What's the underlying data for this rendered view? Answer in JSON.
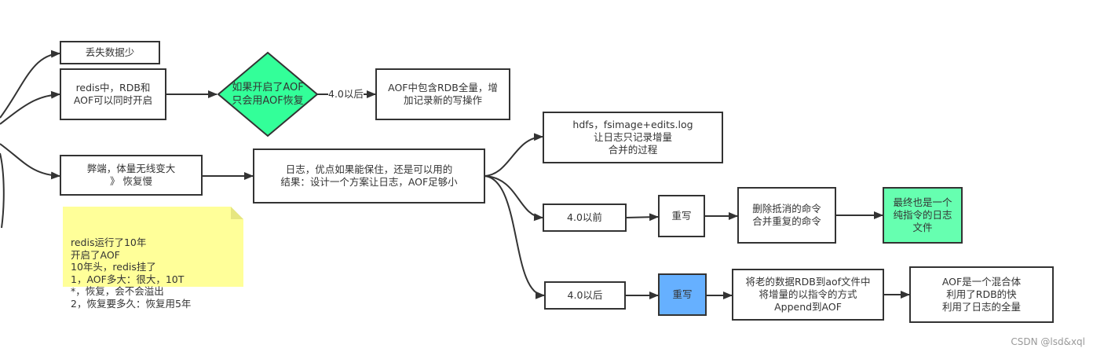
{
  "diagram": {
    "nodes": {
      "lose_little": {
        "text": "丢失数据少"
      },
      "both_on": {
        "text": "redis中，RDB和\nAOF可以同时开启"
      },
      "aof_decision": {
        "text": "如果开启了AOF\n只会用AOF恢复"
      },
      "aof_contains_rdb": {
        "text": "AOF中包含RDB全量，增\n加记录新的写操作"
      },
      "drawback": {
        "text": "弊端，体量无线变大\n》 恢复慢"
      },
      "log_solution": {
        "text": "日志，优点如果能保住，还是可以用的\n结果：设计一个方案让日志，AOF足够小"
      },
      "hdfs": {
        "text": "hdfs，fsimage+edits.log\n让日志只记录增量\n合并的过程"
      },
      "before_4": {
        "text": "4.0以前"
      },
      "rewrite_old": {
        "text": "重写"
      },
      "delete_cmds": {
        "text": "删除抵消的命令\n合并重复的命令"
      },
      "pure_log": {
        "text": "最终也是一个\n纯指令的日志\n文件"
      },
      "after_4": {
        "text": "4.0以后"
      },
      "rewrite_new": {
        "text": "重写"
      },
      "old_rdb_to_aof": {
        "text": "将老的数据RDB到aof文件中\n将增量的以指令的方式\nAppend到AOF"
      },
      "hybrid": {
        "text": "AOF是一个混合体\n利用了RDB的快\n利用了日志的全量"
      }
    },
    "edge_labels": {
      "after_4_0": "4.0以后"
    },
    "note": {
      "text": "redis运行了10年\n开启了AOF\n10年头，redis挂了\n1，AOF多大：很大，10T\n*，恢复，会不会溢出\n2，恢复要多久：恢复用5年"
    },
    "colors": {
      "stroke": "#333333",
      "green": "#66ffb0",
      "diamond_green": "#33ff99",
      "blue": "#66b0ff",
      "note_yellow": "#ffff99"
    }
  },
  "watermark": "CSDN @lsd&xql"
}
